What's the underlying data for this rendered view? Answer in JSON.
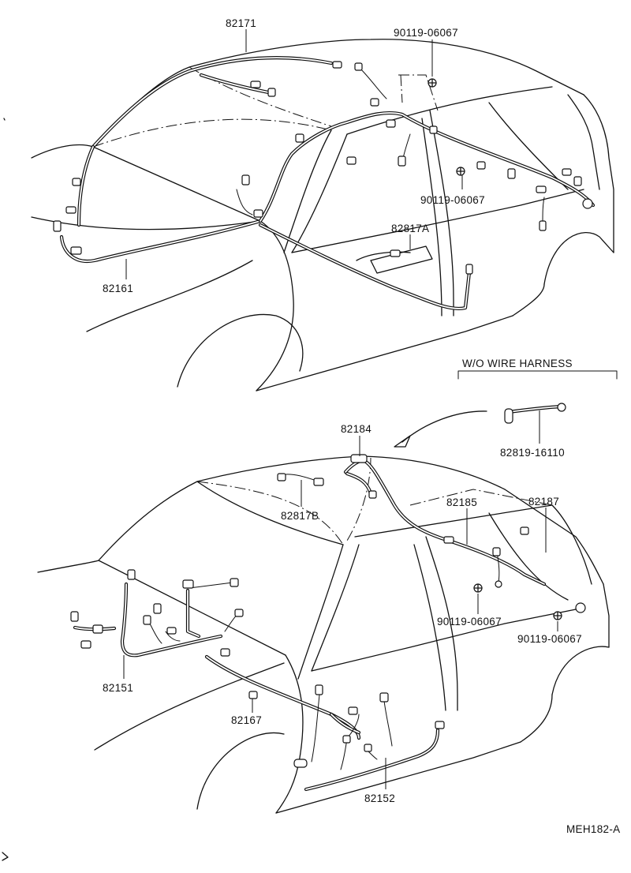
{
  "labels": {
    "p82171": "82171",
    "bolt_top": "90119-06067",
    "bolt_mid_top": "90119-06067",
    "p82817A": "82817A",
    "p82161": "82161",
    "wo_wire_harness": "W/O WIRE HARNESS",
    "p82819": "82819-16110",
    "p82184": "82184",
    "p82817B": "82817B",
    "p82185": "82185",
    "p82187": "82187",
    "bolt_lower_mid": "90119-06067",
    "bolt_lower_right": "90119-06067",
    "p82151": "82151",
    "p82167": "82167",
    "p82152": "82152",
    "drawing_code": "MEH182-A"
  },
  "icons": [
    "connector-icon",
    "bolt-icon",
    "clip-icon",
    "arrow-icon"
  ]
}
